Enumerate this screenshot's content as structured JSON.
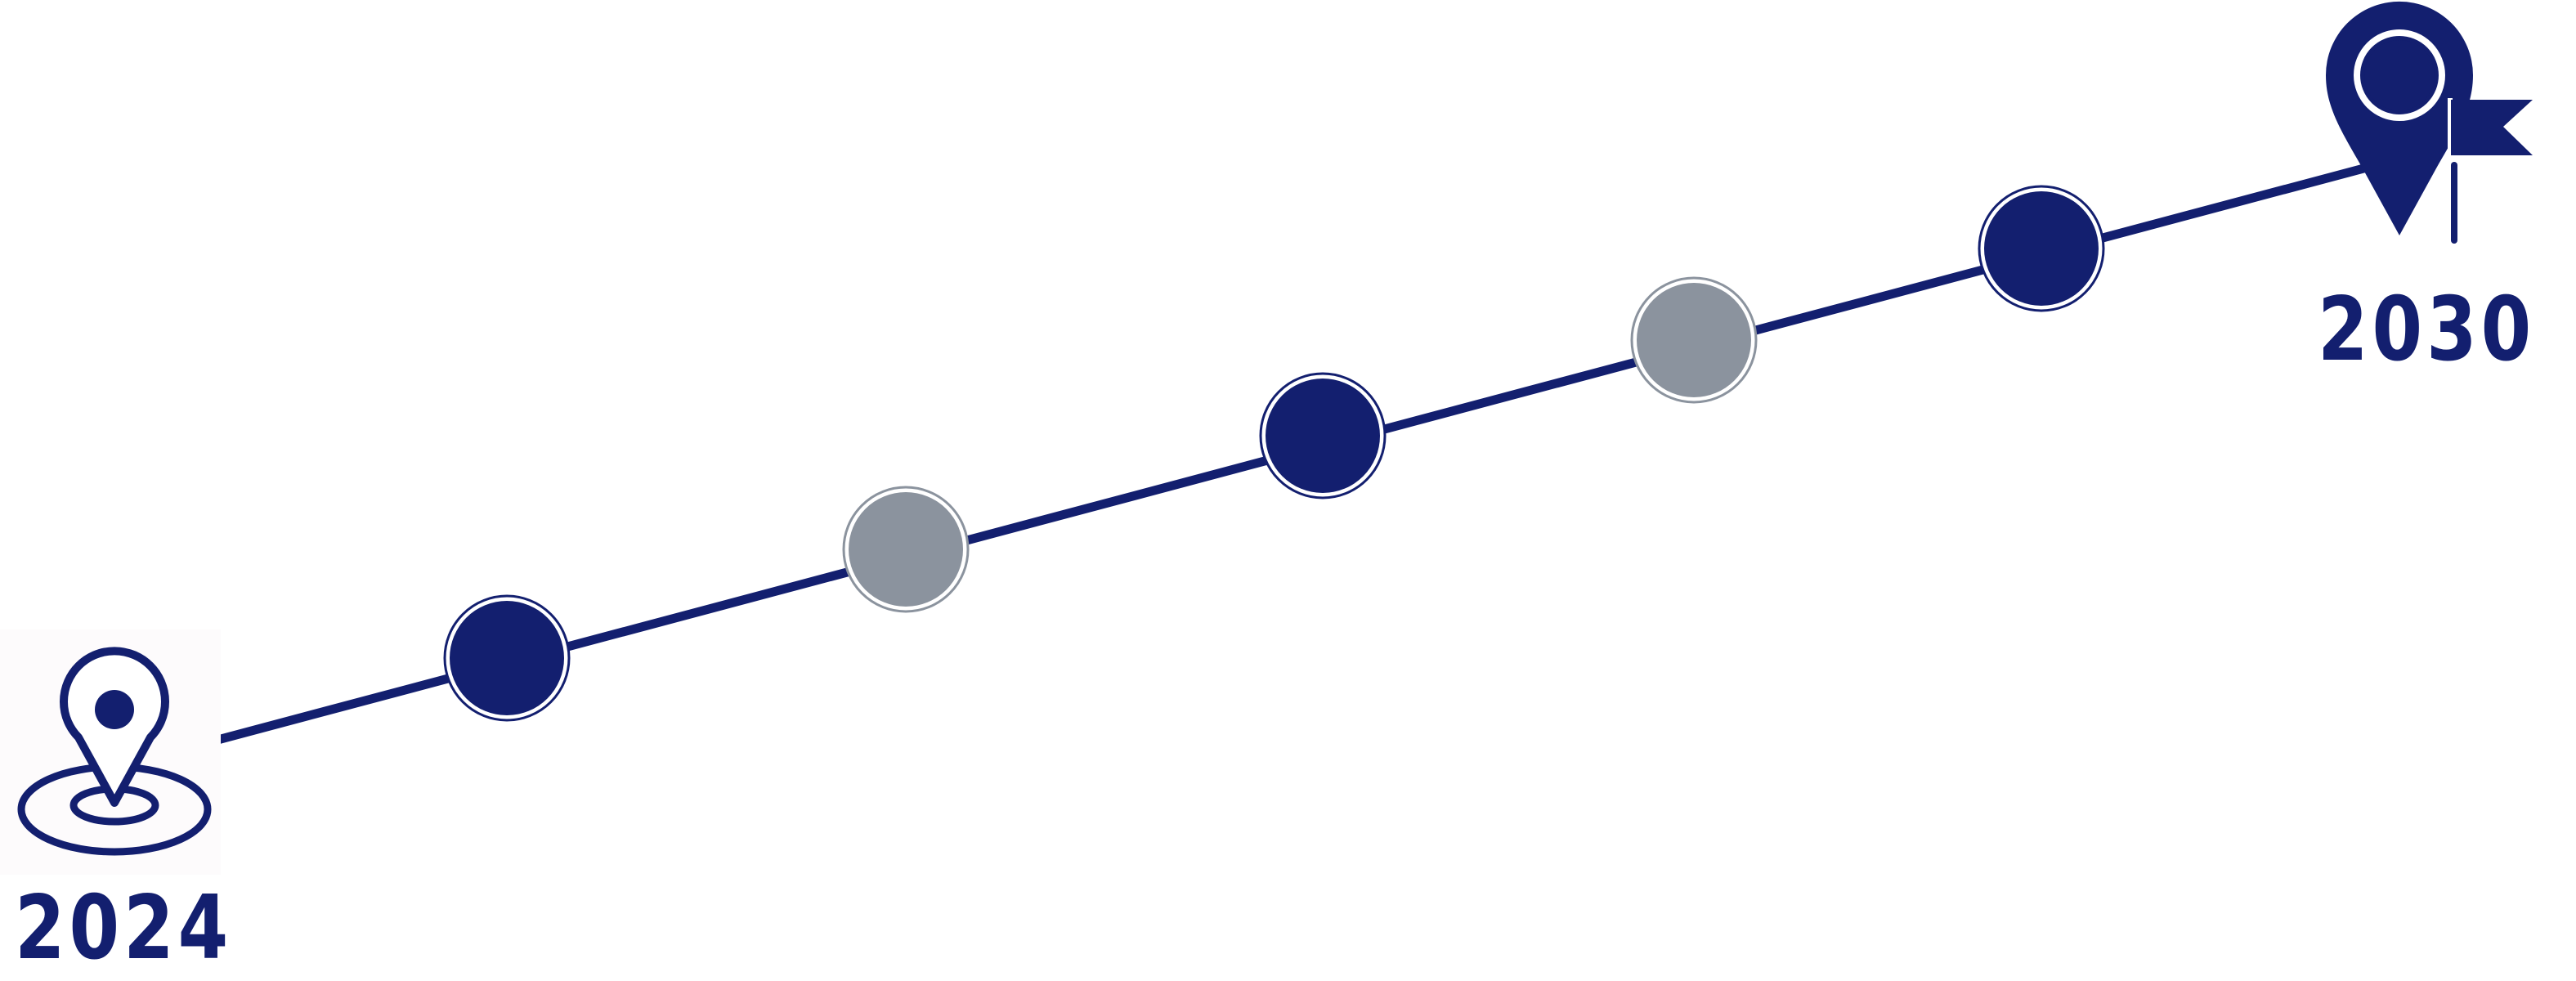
{
  "timeline": {
    "start_year": "2024",
    "end_year": "2030",
    "start_icon": "location-pin-target-icon",
    "end_icon": "location-pin-flag-icon",
    "milestones": [
      {
        "state": "active"
      },
      {
        "state": "inactive"
      },
      {
        "state": "active"
      },
      {
        "state": "inactive"
      },
      {
        "state": "active"
      }
    ]
  },
  "colors": {
    "primary": "#131f6f",
    "inactive": "#8b939e",
    "background": "#ffffff"
  }
}
